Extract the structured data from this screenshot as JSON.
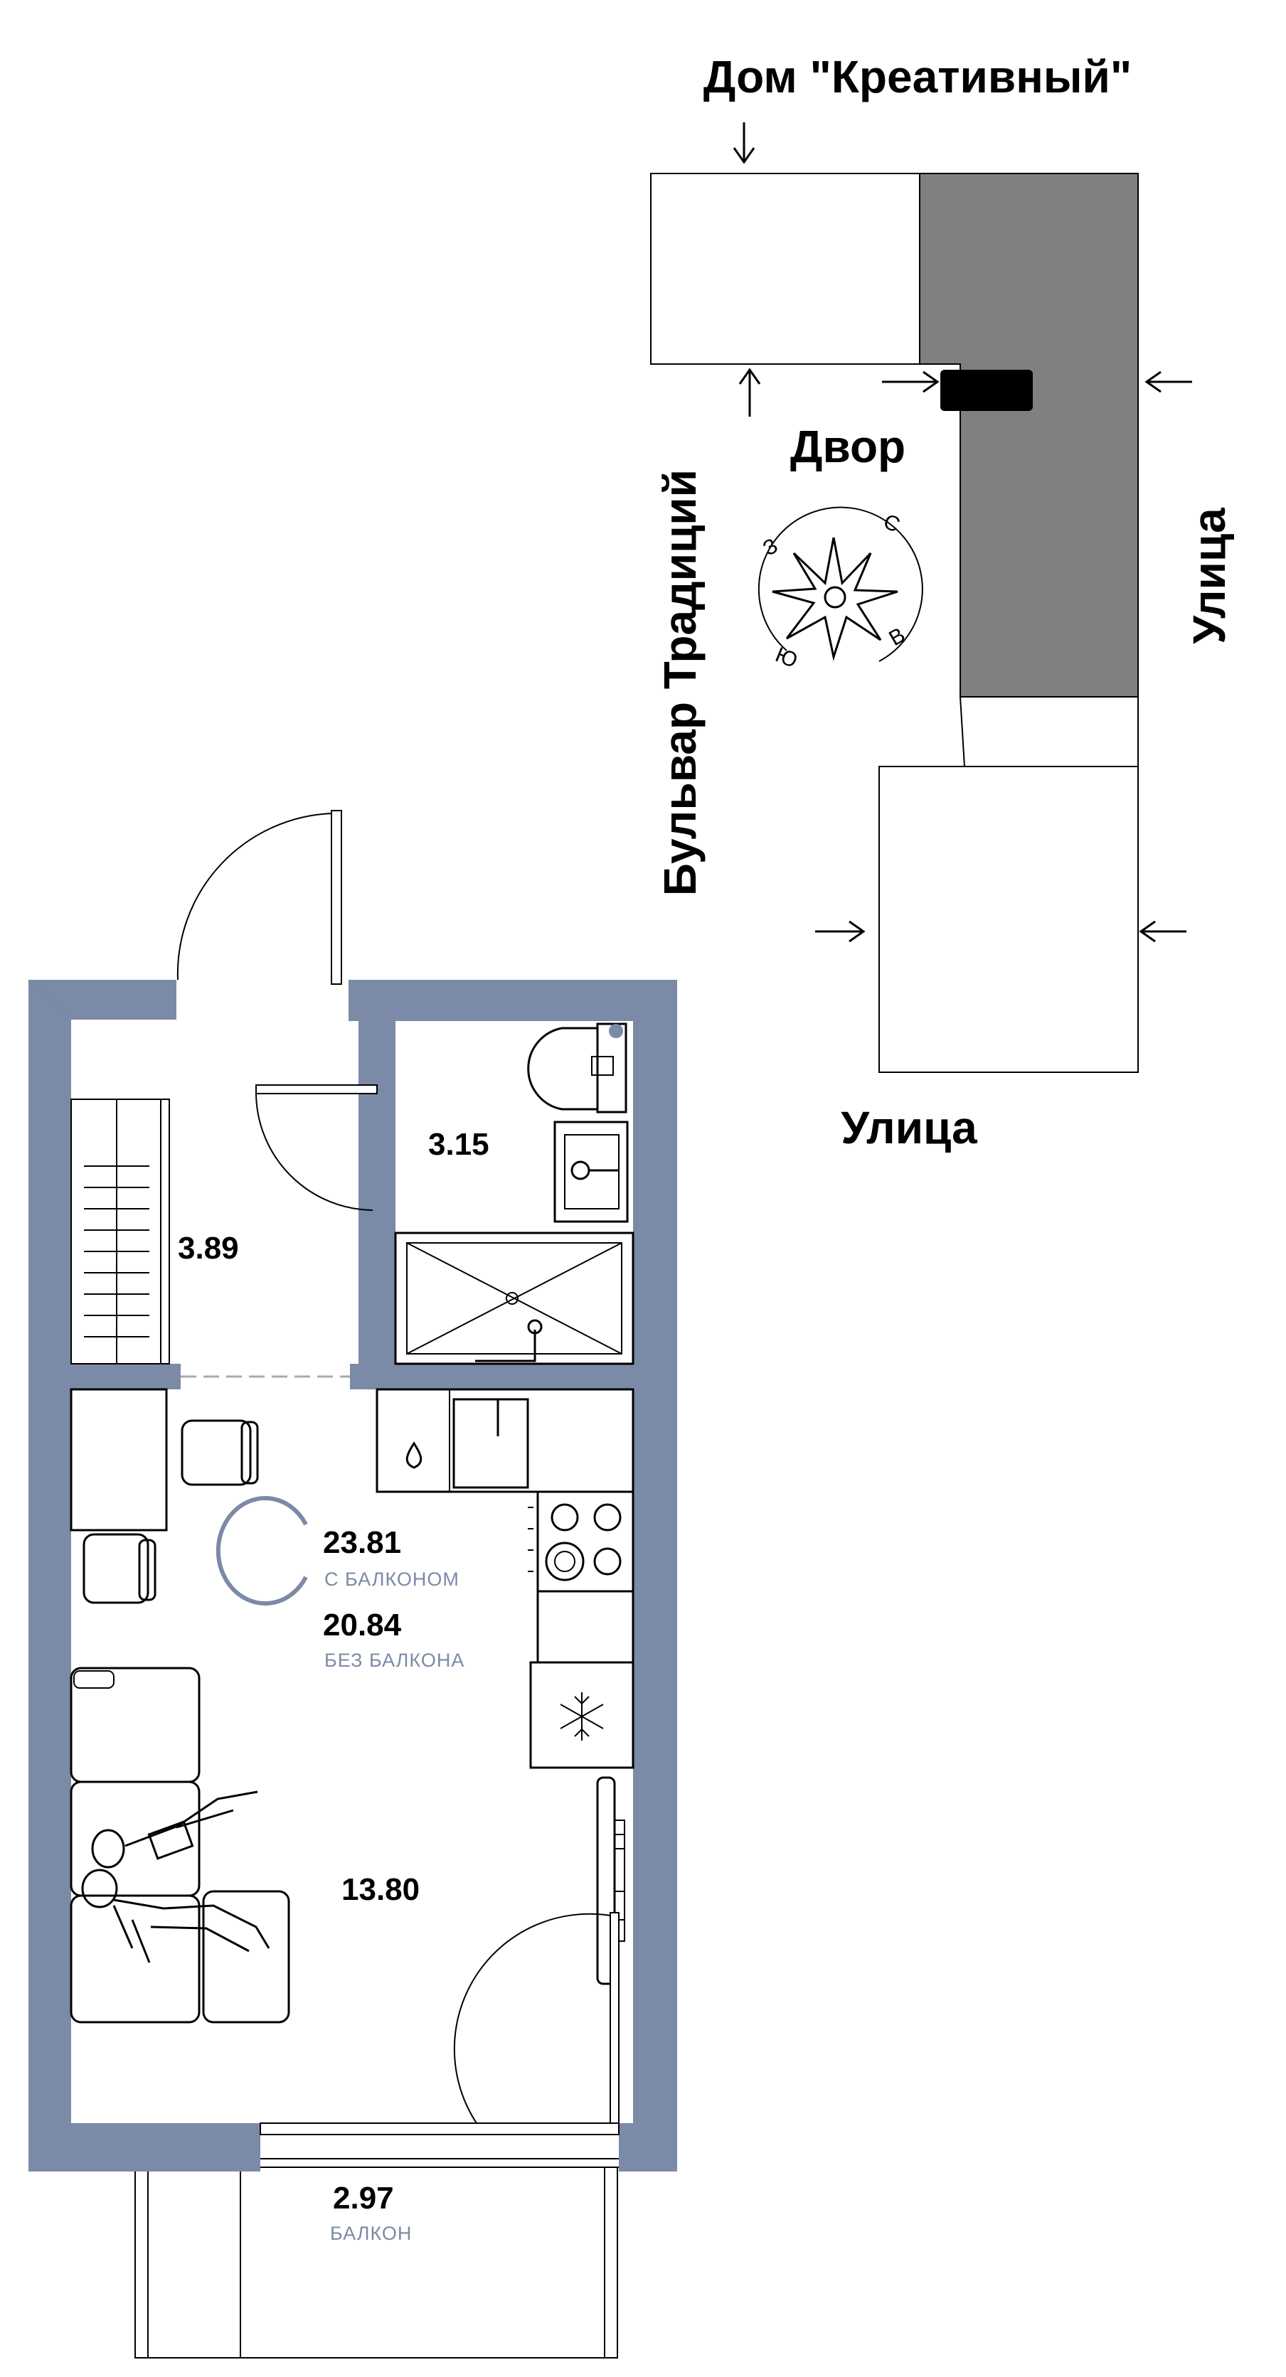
{
  "site": {
    "building_name": "Дом \"Креативный\"",
    "courtyard": "Двор",
    "boulevard": "Бульвар Традиций",
    "street_right": "Улица",
    "street_bottom": "Улица",
    "compass": {
      "north": "С",
      "east": "В",
      "south": "Ю",
      "west": "З"
    }
  },
  "apartment": {
    "type_letter": "С",
    "total_area": "23.81",
    "total_area_caption": "С БАЛКОНОМ",
    "area_without_balcony": "20.84",
    "area_without_balcony_caption": "БЕЗ БАЛКОНА",
    "rooms": {
      "hall": "3.89",
      "bathroom": "3.15",
      "main_room": "13.80",
      "balcony": "2.97",
      "balcony_caption": "БАЛКОН"
    }
  },
  "colors": {
    "wall": "#7b8aa6",
    "building": "#808080",
    "unit_marker": "#000000"
  }
}
